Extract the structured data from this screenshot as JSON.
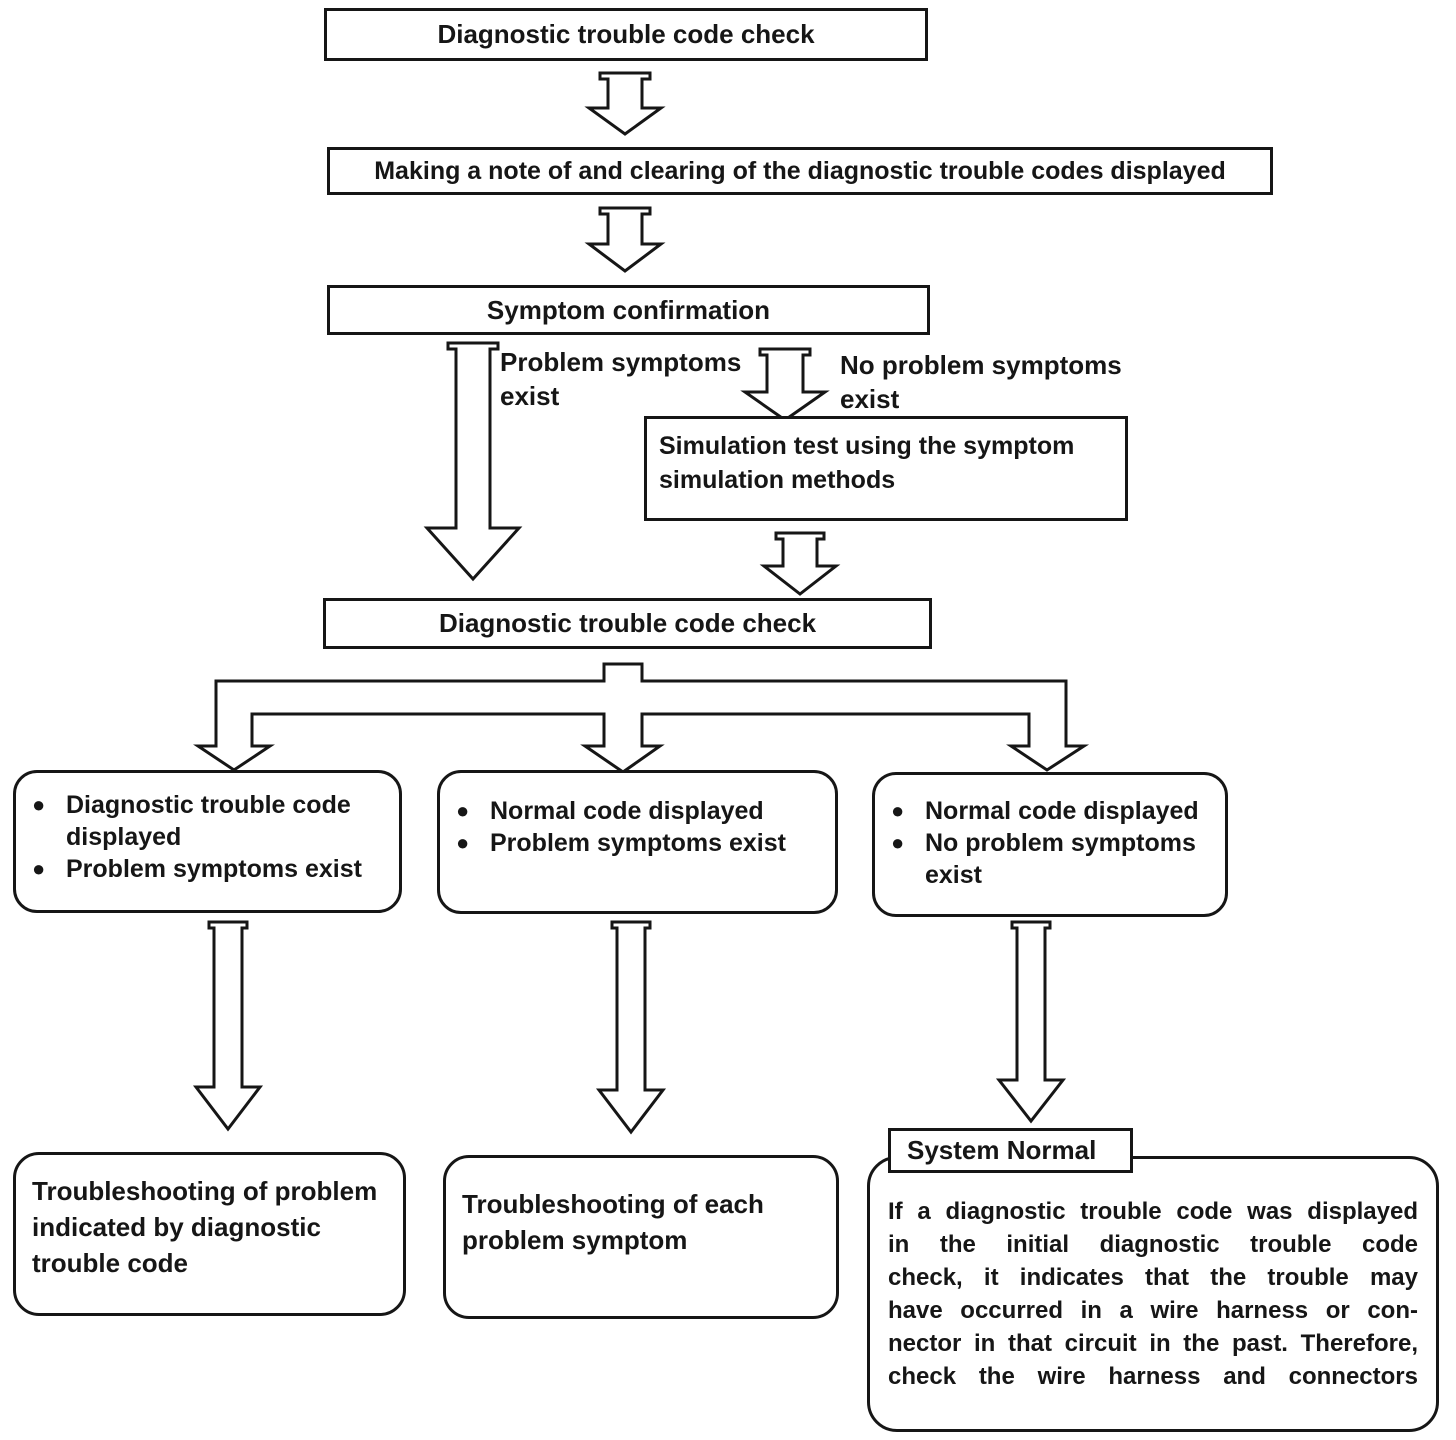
{
  "page": {
    "background": "#ffffff",
    "ink": "#161616"
  },
  "flowchart": {
    "bullet_glyph": "●",
    "step_dtc_check_1": {
      "label": "Diagnostic trouble code check"
    },
    "step_note_clear": {
      "label": "Making a note of and clearing of the diagnostic trouble codes displayed"
    },
    "step_symptom_confirmation": {
      "label": "Symptom confirmation"
    },
    "branch_left_label": {
      "lines": [
        "Problem symptoms",
        "exist"
      ]
    },
    "branch_right_label": {
      "lines": [
        "No problem symptoms",
        "exist"
      ]
    },
    "step_simulation": {
      "lines": [
        "Simulation test using the symptom",
        "simulation methods"
      ]
    },
    "step_dtc_check_2": {
      "label": "Diagnostic trouble code check"
    },
    "outcome_dtc_displayed": {
      "items": [
        "Diagnostic trouble code displayed",
        "Problem symptoms exist"
      ]
    },
    "outcome_normal_symptoms": {
      "items": [
        "Normal code displayed",
        "Problem symptoms exist"
      ]
    },
    "outcome_normal_no_symptoms": {
      "items": [
        "Normal code displayed",
        "No problem symptoms exist"
      ]
    },
    "action_troubleshoot_dtc": {
      "lines": [
        "Troubleshooting of problem",
        "indicated by diagnostic",
        "trouble code"
      ]
    },
    "action_troubleshoot_symptom": {
      "lines": [
        "Troubleshooting of each",
        "problem symptom"
      ]
    },
    "result_system_normal": {
      "title": "System Normal",
      "body_lines": [
        "If a diagnostic trouble code was displayed",
        "in the initial diagnostic trouble code",
        "check, it indicates that the trouble may",
        "have occurred in a wire harness or con-",
        "nector in that circuit in the past. Therefore,",
        "check the wire harness and connectors"
      ]
    }
  }
}
